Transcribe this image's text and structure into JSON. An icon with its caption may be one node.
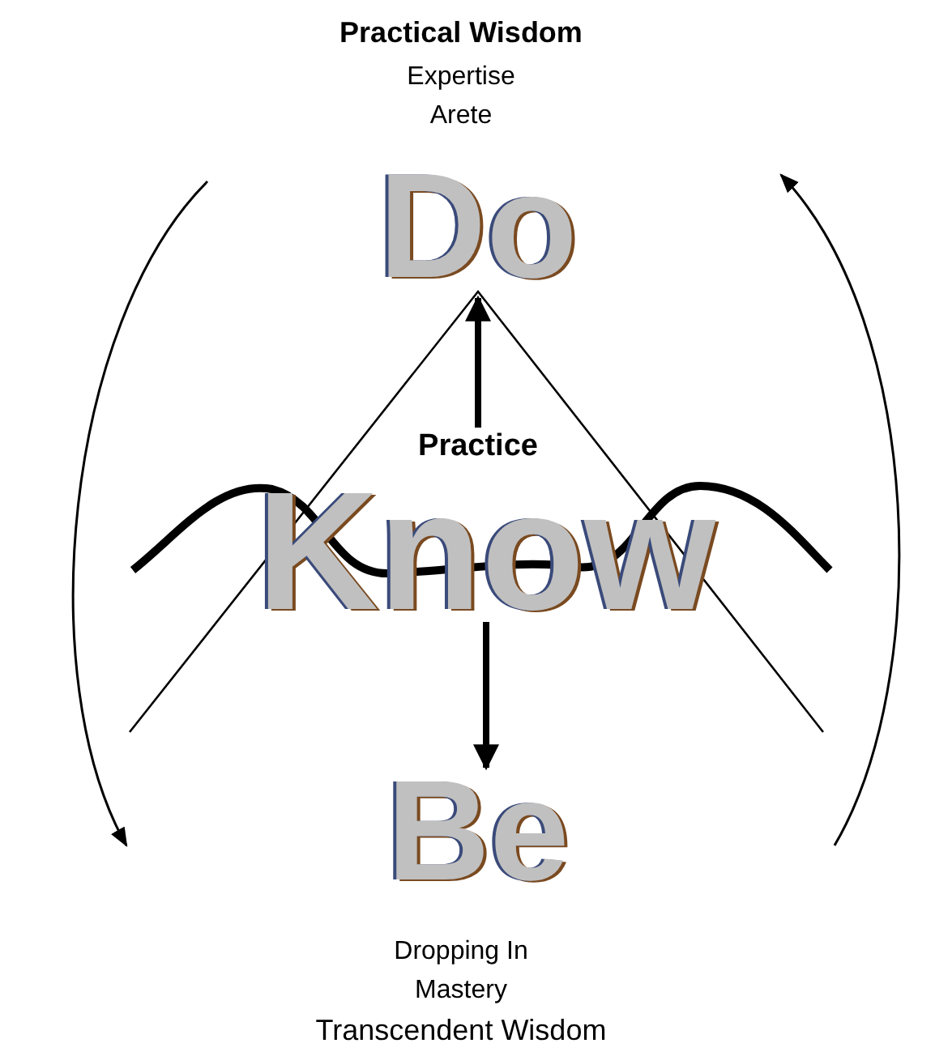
{
  "diagram": {
    "nodes": [
      {
        "text": [
          "Do"
        ],
        "beside": [
          "Practical Wisdom",
          "Expertise",
          "Arete"
        ]
      },
      {
        "text": [
          "Practice"
        ]
      },
      {
        "text": [
          "Know"
        ]
      },
      {
        "text": [
          "Be"
        ],
        "beside": [
          "Dropping In",
          "Mastery",
          "Transcendent Wisdom"
        ]
      }
    ],
    "edges": [
      {
        "from": 1,
        "to": 0,
        "arrow": "to"
      },
      {
        "from": 2,
        "to": 3,
        "arrow": "to"
      }
    ]
  }
}
